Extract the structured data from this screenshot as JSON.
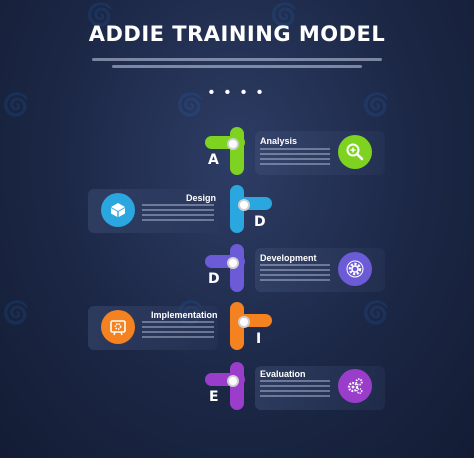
{
  "title": "ADDIE TRAINING MODEL",
  "more_indicator": "• • • •",
  "steps": [
    {
      "title": "Analysis",
      "letter": "A",
      "color": "#7ed321",
      "icon": "magnifier-icon"
    },
    {
      "title": "Design",
      "letter": "D",
      "color": "#2aa7df",
      "icon": "cube-box-icon"
    },
    {
      "title": "Development",
      "letter": "D",
      "color": "#6b5bd6",
      "icon": "gear-cog-icon"
    },
    {
      "title": "Implementation",
      "letter": "I",
      "color": "#f58220",
      "icon": "gear-board-icon"
    },
    {
      "title": "Evaluation",
      "letter": "E",
      "color": "#9b3dcb",
      "icon": "gears-icon"
    }
  ],
  "colors": {
    "background": "#1b2745",
    "text": "#ffffff"
  }
}
